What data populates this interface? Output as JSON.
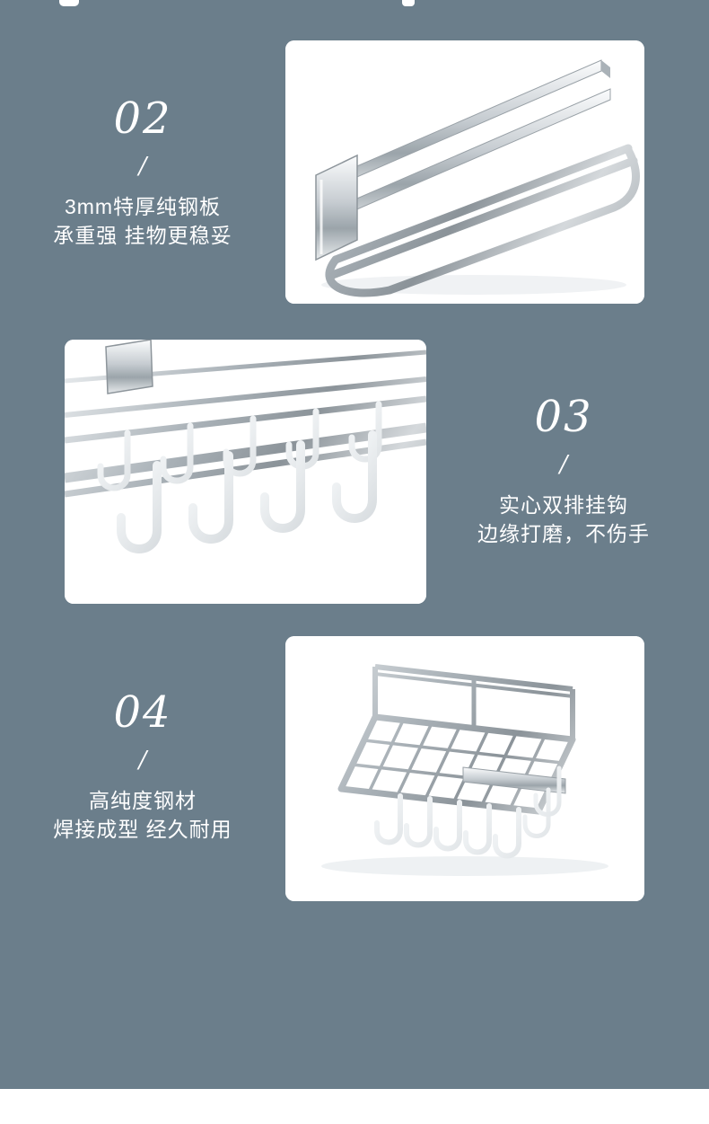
{
  "page": {
    "background_color": "#6b7e8b",
    "card_color": "#ffffff",
    "text_color": "#ffffff",
    "footer_strip_color": "#ffffff"
  },
  "sections": [
    {
      "number": "02",
      "divider": "/",
      "line1": "3mm特厚纯钢板",
      "line2": "承重强 挂物更稳妥",
      "image": "chrome-towel-bar-closeup-photo",
      "layout": "text-left-image-right"
    },
    {
      "number": "03",
      "divider": "/",
      "line1": "实心双排挂钩",
      "line2": "边缘打磨，不伤手",
      "image": "double-row-hooks-closeup-photo",
      "layout": "image-left-text-right"
    },
    {
      "number": "04",
      "divider": "/",
      "line1": "高纯度钢材",
      "line2": "焊接成型 经久耐用",
      "image": "welded-steel-rack-overview-photo",
      "layout": "text-left-image-right"
    }
  ]
}
